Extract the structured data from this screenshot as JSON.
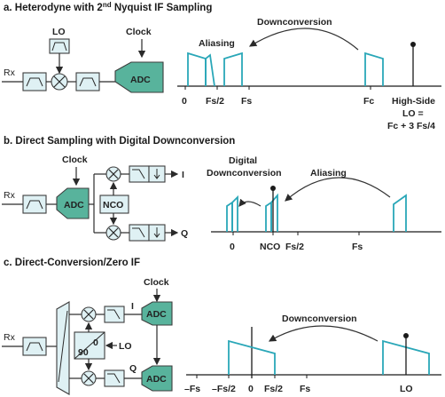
{
  "panels": [
    {
      "title_main": "a. Heterodyne with 2",
      "title_sup": "nd",
      "title_tail": " Nyquist IF Sampling",
      "labels": {
        "rx": "Rx",
        "lo": "LO",
        "clock": "Clock",
        "adc": "ADC"
      },
      "spectrum": {
        "annotations": [
          "Downconversion",
          "Aliasing"
        ],
        "ticks": [
          "0",
          "Fs/2",
          "Fs",
          "Fc",
          "High-Side",
          "LO =",
          "Fc + 3 Fs/4"
        ]
      }
    },
    {
      "title": "b. Direct Sampling with Digital Downconversion",
      "labels": {
        "rx": "Rx",
        "clock": "Clock",
        "adc": "ADC",
        "nco": "NCO",
        "i": "I",
        "q": "Q"
      },
      "spectrum": {
        "annotations": [
          "Digital",
          "Downconversion",
          "Aliasing"
        ],
        "ticks": [
          "0",
          "NCO",
          "Fs/2",
          "Fs"
        ]
      }
    },
    {
      "title": "c. Direct-Conversion/Zero IF",
      "labels": {
        "rx": "Rx",
        "clock": "Clock",
        "adc_i": "ADC",
        "adc_q": "ADC",
        "i": "I",
        "q": "Q",
        "lo": "LO",
        "phase_0": "0",
        "phase_90": "90"
      },
      "spectrum": {
        "annotations": [
          "Downconversion"
        ],
        "ticks": [
          "–Fs",
          "–Fs/2",
          "0",
          "Fs/2",
          "Fs",
          "LO"
        ]
      }
    }
  ],
  "colors": {
    "spectrum": "#2aa7b8",
    "block_fill": "#dff1f4",
    "adc_fill": "#58b39c"
  }
}
